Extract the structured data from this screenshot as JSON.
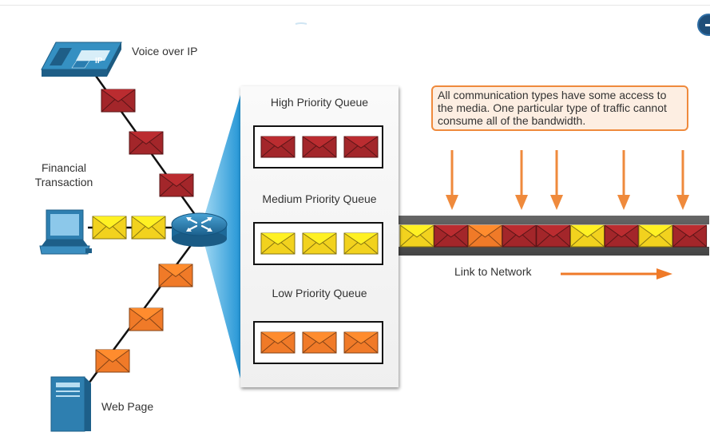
{
  "devices": {
    "voip_label": "Voice over IP",
    "voip_badge": "IP",
    "financial_label": "Financial Transaction",
    "web_label": "Web Page"
  },
  "queues": {
    "high": {
      "title": "High Priority Queue",
      "color": "#a3262a",
      "count": 3
    },
    "medium": {
      "title": "Medium Priority Queue",
      "color": "#f2d21e",
      "count": 3
    },
    "low": {
      "title": "Low Priority Queue",
      "color": "#f07a28",
      "count": 3
    }
  },
  "note": "All communication types have some access to the media. One particular type of traffic cannot consume all of the bandwidth.",
  "link_label": "Link to Network",
  "link_sequence": [
    "yellow",
    "red",
    "orange",
    "red",
    "red",
    "yellow",
    "red",
    "yellow",
    "red"
  ],
  "colors": {
    "red": "#a3262a",
    "yellow": "#f2d21e",
    "orange": "#f07a28",
    "device_blue": "#2e7fb0",
    "accent_orange": "#ef8a3c",
    "callout_blue": "#2aa2dd"
  },
  "icons": [
    "ip-phone-icon",
    "computer-icon",
    "server-icon",
    "router-icon",
    "envelope-icon",
    "arrow-down-icon",
    "arrow-right-icon"
  ]
}
